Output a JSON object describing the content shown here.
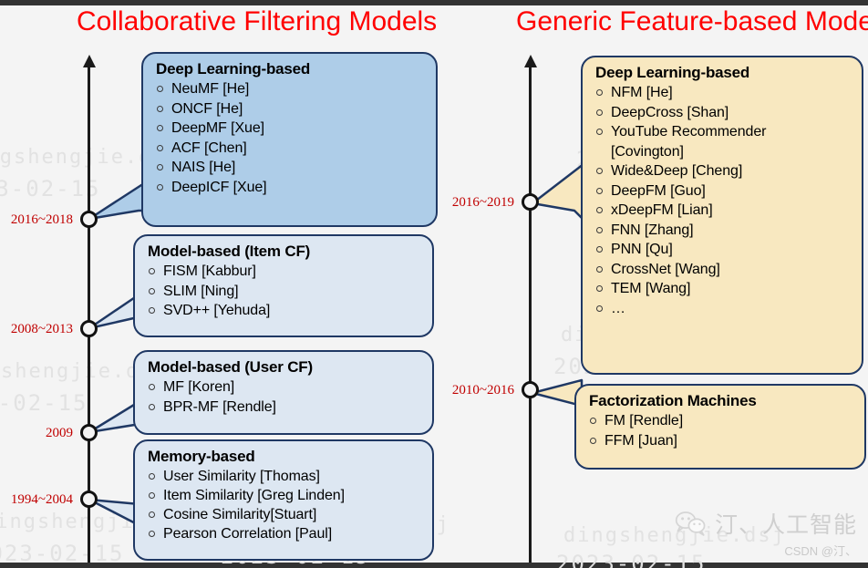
{
  "meta": {
    "background_color": "#f4f4f4",
    "accent_title_color": "#ff0000",
    "year_color": "#c00000",
    "box_border_color": "#1f3864",
    "blue_fill": "#aecde8",
    "pale_blue_fill": "#dde7f2",
    "cream_fill": "#f8e8c0"
  },
  "watermark": {
    "line1": "dingshengjie.dsj",
    "line2": "2023-02-15"
  },
  "columns": [
    {
      "id": "collaborative-filtering",
      "title": "Collaborative Filtering Models",
      "years": [
        "2016~2018",
        "2008~2013",
        "2009",
        "1994~2004"
      ],
      "boxes": [
        {
          "heading": "Deep Learning-based",
          "items": [
            "NeuMF [He]",
            "ONCF [He]",
            "DeepMF [Xue]",
            "ACF [Chen]",
            "NAIS [He]",
            "DeepICF [Xue]"
          ]
        },
        {
          "heading": "Model-based (Item CF)",
          "items": [
            "FISM [Kabbur]",
            "SLIM [Ning]",
            "SVD++ [Yehuda]"
          ]
        },
        {
          "heading": "Model-based (User CF)",
          "items": [
            "MF [Koren]",
            "BPR-MF [Rendle]"
          ]
        },
        {
          "heading": "Memory-based",
          "items": [
            "User Similarity [Thomas]",
            "Item Similarity [Greg Linden]",
            "Cosine Similarity[Stuart]",
            "Pearson Correlation [Paul]"
          ]
        }
      ]
    },
    {
      "id": "generic-feature-based",
      "title": "Generic Feature-based Models",
      "years": [
        "2016~2019",
        "2010~2016"
      ],
      "boxes": [
        {
          "heading": "Deep Learning-based",
          "items": [
            "NFM [He]",
            "DeepCross [Shan]",
            "YouTube Recommender",
            "[Covington]",
            "Wide&Deep [Cheng]",
            "DeepFM [Guo]",
            "xDeepFM [Lian]",
            "FNN [Zhang]",
            "PNN [Qu]",
            "CrossNet [Wang]",
            "TEM [Wang]",
            "…"
          ]
        },
        {
          "heading": "Factorization Machines",
          "items": [
            "FM [Rendle]",
            "FFM [Juan]"
          ]
        }
      ]
    }
  ],
  "logo": {
    "icon": "wechat-icon",
    "text": "汀、人工智能",
    "subtitle": "CSDN @汀、"
  }
}
